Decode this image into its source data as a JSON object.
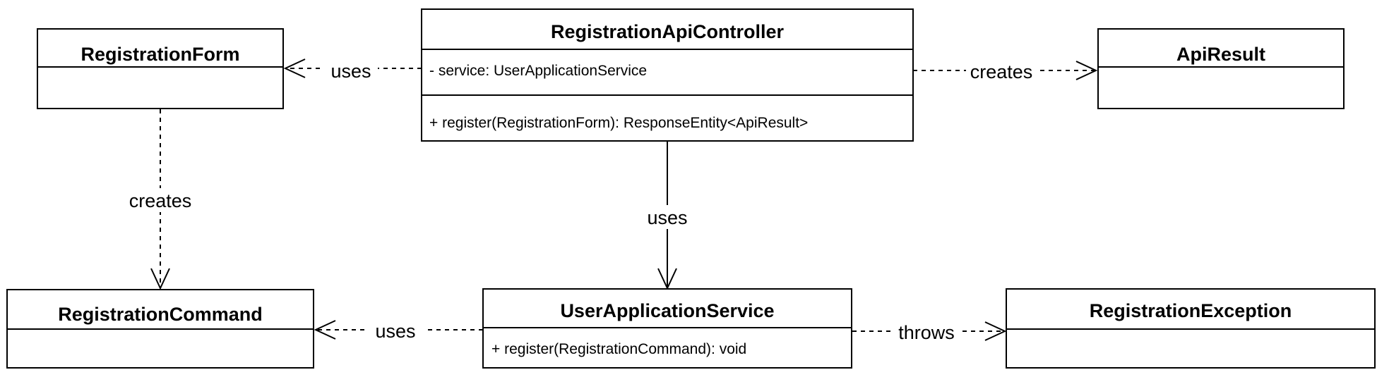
{
  "classes": {
    "registration_form": {
      "name": "RegistrationForm"
    },
    "registration_api_controller": {
      "name": "RegistrationApiController",
      "attributes": [
        "- service: UserApplicationService"
      ],
      "operations": [
        "+ register(RegistrationForm): ResponseEntity<ApiResult>"
      ]
    },
    "api_result": {
      "name": "ApiResult"
    },
    "registration_command": {
      "name": "RegistrationCommand"
    },
    "user_application_service": {
      "name": "UserApplicationService",
      "operations": [
        "+ register(RegistrationCommand): void"
      ]
    },
    "registration_exception": {
      "name": "RegistrationException"
    }
  },
  "relations": {
    "controller_form": {
      "label": "uses",
      "style": "dashed"
    },
    "controller_result": {
      "label": "creates",
      "style": "dashed"
    },
    "form_command": {
      "label": "creates",
      "style": "dashed"
    },
    "controller_service": {
      "label": "uses",
      "style": "solid"
    },
    "service_command": {
      "label": "uses",
      "style": "dashed"
    },
    "service_exception": {
      "label": "throws",
      "style": "dashed"
    }
  }
}
